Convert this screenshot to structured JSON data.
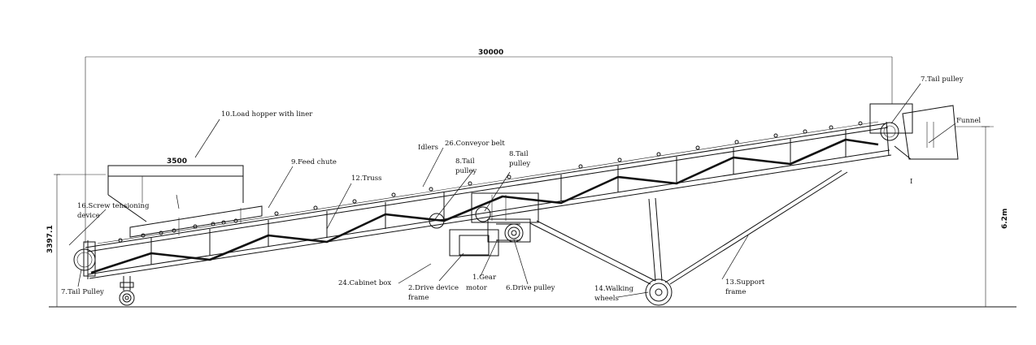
{
  "dimensions": {
    "overall_length": "30000",
    "hopper_width": "3500",
    "left_height": "3397.1",
    "right_height": "6.2m"
  },
  "labels": {
    "load_hopper": "10.Load hopper with liner",
    "feed_chute": "9.Feed chute",
    "idlers": "Idlers",
    "conveyor_belt": "26.Conveyor belt",
    "tail_pulley_8a_line1": "8.Tail",
    "tail_pulley_8a_line2": "pulley",
    "tail_pulley_8b_line1": "8.Tail",
    "tail_pulley_8b_line2": "pulley",
    "truss": "12.Truss",
    "screw_tensioning_line1": "16.Screw tensioning",
    "screw_tensioning_line2": "device",
    "tail_pulley_left": "7.Tail Pulley",
    "cabinet_box": "24.Cabinet box",
    "drive_frame_line1": "2.Drive device",
    "drive_frame_line2": "frame",
    "gear_motor_line1": "1.Gear",
    "gear_motor_line2": "motor",
    "drive_pulley": "6.Drive pulley",
    "walking_wheels_line1": "14.Walking",
    "walking_wheels_line2": "wheels",
    "support_frame_line1": "13.Support",
    "support_frame_line2": "frame",
    "tail_pulley_right": "7.Tail pulley",
    "funnel": "Funnel",
    "funnel_mark": "I"
  }
}
